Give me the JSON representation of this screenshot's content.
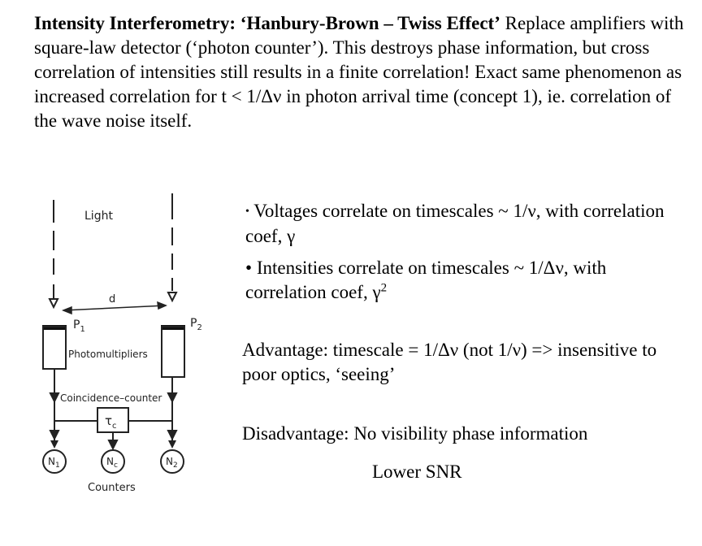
{
  "intro": {
    "title": "Intensity Interferometry: ‘Hanbury-Brown – Twiss Effect’",
    "body": " Replace amplifiers with square-law detector (‘photon counter’). This destroys phase information, but cross correlation of intensities still results in a finite correlation! Exact same phenomenon as increased correlation for t < 1/Δν in photon arrival time (concept 1), ie. correlation of the wave noise itself."
  },
  "diagram": {
    "light_label": "Light",
    "distance_label": "d",
    "p1_label": "P",
    "p1_sub": "1",
    "p2_label": "P",
    "p2_sub": "2",
    "photomultipliers_label": "Photomultipliers",
    "coincidence_label": "Coincidence–counter",
    "tau_label": "τ",
    "tau_sub": "c",
    "n1_label": "N",
    "n1_sub": "1",
    "nc_label": "N",
    "nc_sub": "c",
    "n2_label": "N",
    "n2_sub": "2",
    "counters_label": "Counters"
  },
  "bullets": [
    {
      "dot": "•",
      "text": "Voltages correlate on timescales ~ 1/ν,  with correlation coef, γ",
      "sup": ""
    },
    {
      "dot": "•",
      "text": "Intensities correlate on timescales ~ 1/Δν, with correlation coef, γ",
      "sup": "2"
    }
  ],
  "advantage": "Advantage: timescale = 1/Δν   (not 1/ν) => insensitive to poor optics, ‘seeing’",
  "disadvantage": "Disadvantage: No visibility phase information",
  "lower_snr": "Lower SNR"
}
